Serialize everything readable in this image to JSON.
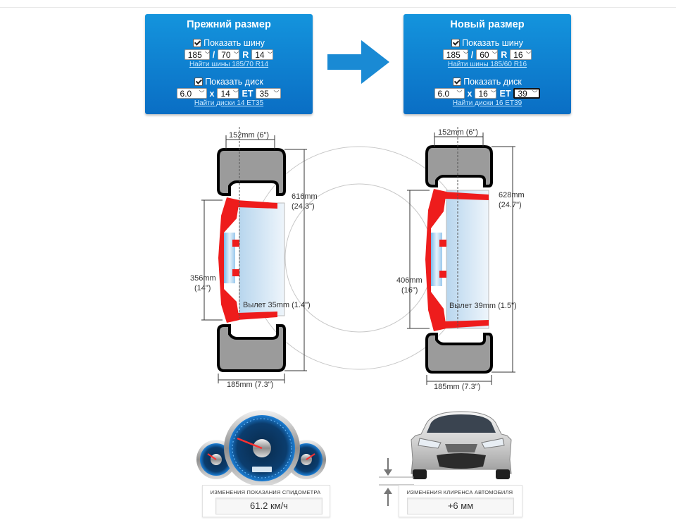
{
  "old_panel": {
    "title": "Прежний размер",
    "show_tire_label": "Показать шину",
    "tire_width": "185",
    "tire_sep": "/",
    "tire_profile": "70",
    "tire_r": "R",
    "tire_diameter": "14",
    "find_tires_link": "Найти шины 185/70 R14",
    "show_disc_label": "Показать диск",
    "disc_width": "6.0",
    "disc_x": "x",
    "disc_diameter": "14",
    "disc_et": "ET",
    "disc_offset": "35",
    "find_discs_link": "Найти диски 14 ET35"
  },
  "new_panel": {
    "title": "Новый размер",
    "show_tire_label": "Показать шину",
    "tire_width": "185",
    "tire_sep": "/",
    "tire_profile": "60",
    "tire_r": "R",
    "tire_diameter": "16",
    "find_tires_link": "Найти шины 185/60 R16",
    "show_disc_label": "Показать диск",
    "disc_width": "6.0",
    "disc_x": "x",
    "disc_diameter": "16",
    "disc_et": "ET",
    "disc_offset": "39",
    "find_discs_link": "Найти диски 16 ET39"
  },
  "old_diagram": {
    "tread_width": "152mm (6\")",
    "outer_diameter_mm": "616mm",
    "outer_diameter_in": "(24.3\")",
    "rim_diameter_mm": "356mm",
    "rim_diameter_in": "(14\")",
    "offset_label": "Вылет 35mm (1.4\")",
    "section_width": "185mm (7.3\")"
  },
  "new_diagram": {
    "tread_width": "152mm (6\")",
    "outer_diameter_mm": "628mm",
    "outer_diameter_in": "(24.7\")",
    "rim_diameter_mm": "406mm",
    "rim_diameter_in": "(16\")",
    "offset_label": "Вылет 39mm (1.5\")",
    "section_width": "185mm (7.3\")"
  },
  "speedometer": {
    "label": "ИЗМЕНЕНИЯ ПОКАЗАНИЯ СПИДОМЕТРА",
    "value": "61.2 км/ч"
  },
  "clearance": {
    "label": "ИЗМЕНЕНИЯ КЛИРЕНСА АВТОМОБИЛЯ",
    "value": "+6 мм"
  },
  "colors": {
    "panel_blue": "#0a6ec4",
    "arrow_blue": "#1a8ad4",
    "rim_red": "#ee1c1c",
    "tire_gray": "#9b9b9b"
  }
}
